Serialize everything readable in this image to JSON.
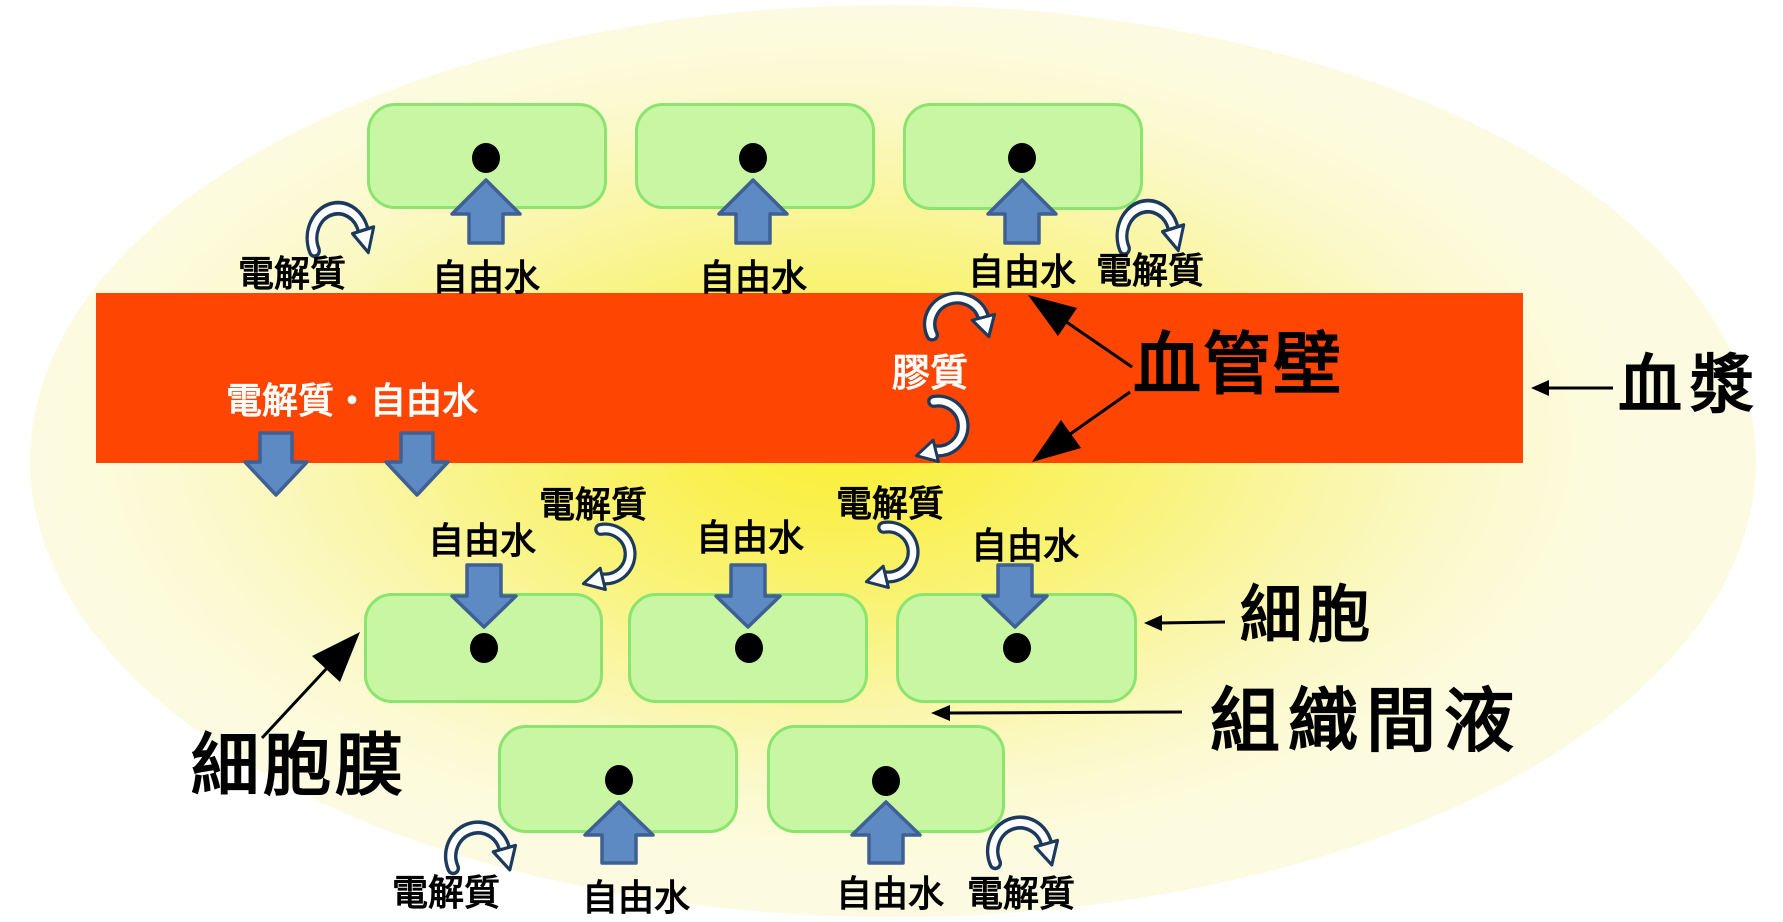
{
  "labels": {
    "electrolyte": "電解質",
    "free_water": "自由水",
    "colloid": "膠質",
    "electrolyte_free_water": "電解質・自由水",
    "vessel_wall": "血管壁",
    "plasma": "血漿",
    "cell": "細胞",
    "interstitial_fluid": "組織間液",
    "cell_membrane": "細胞膜"
  },
  "shapes": {
    "cell_boxes_top_row": 3,
    "cell_boxes_middle_row": 3,
    "cell_boxes_bottom_row": 2,
    "solute_dots_per_cell": 1,
    "water_arrows_into_top_cells": 3,
    "water_arrows_out_of_vessel": 2,
    "water_arrows_into_middle_cells": 3,
    "water_arrows_into_bottom_cells": 2,
    "electrolyte_curved_arrows": 5,
    "electrolyte_hook_arrows": 2,
    "colloid_curved_arrows": 2
  },
  "colors": {
    "vessel_band": "#FE4502",
    "cell_fill": "#C9F6A2",
    "cell_border": "#8BE46F",
    "water_arrow_fill": "#5E8AC4",
    "water_arrow_border": "#3E6093",
    "curved_arrow_outline": "#1C3A5E",
    "curved_arrow_fill": "#FFFFFF",
    "background_center": "#FBEF35",
    "background_edge": "#FCFBE2",
    "text_dark": "#000000",
    "text_light": "#FFFFFF"
  }
}
